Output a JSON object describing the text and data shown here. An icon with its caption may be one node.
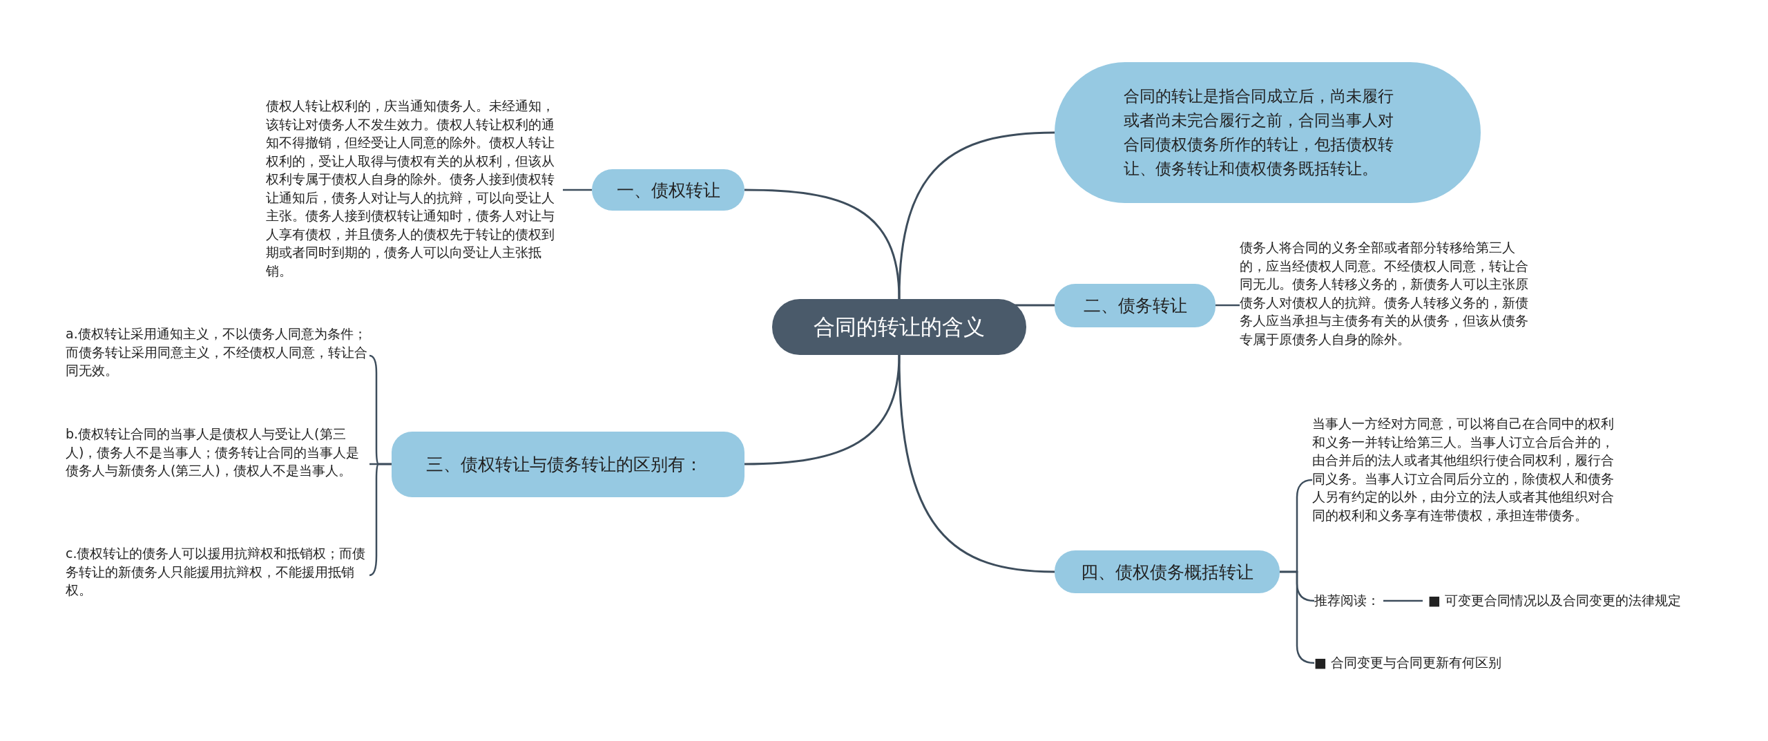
{
  "diagram": {
    "nodes": [
      {
        "text": [
          "合同的转让的含义"
        ]
      },
      {
        "text": [
          "合同的转让是指合同成立后，尚未履行或者尚未完合履行之前，合同当事人对合同债权债务所作的转让，包括债权转让、债务转让和债权债务既括转让。"
        ]
      },
      {
        "text": [
          "一、债权转让"
        ]
      },
      {
        "text": [
          "债权人转让权利的，庆当通知债务人。未经通知，该转让对债务人不发生效力。债权人转让权利的通知不得撤销，但经受让人同意的除外。债权人转让权利的，受让人取得与债权有关的从权利，但该从权利专属于债权人自身的除外。债务人接到债权转让通知后，债务人对让与人的抗辩，可以向受让人主张。债务人接到债权转让通知时，债务人对让与人享有债权，并且债务人的债权先于转让的债权到期或者同时到期的，债务人可以向受让人主张抵销。"
        ]
      },
      {
        "text": [
          "二、债务转让"
        ]
      },
      {
        "text": [
          "债务人将合同的义务全部或者部分转移给第三人的，应当经债权人同意。不经债权人同意，转让合同无儿。债务人转移义务的，新债务人可以主张原债务人对债权人的抗辩。债务人转移义务的，新债务人应当承担与主债务有关的从债务，但该从债务专属于原债务人自身的除外。"
        ]
      },
      {
        "text": [
          "三、债权转让与债务转让的区别有："
        ]
      },
      {
        "text": [
          "a.债权转让采用通知主义，不以债务人同意为条件；而债务转让采用同意主义，不经债权人同意，转让合同无效。"
        ]
      },
      {
        "text": [
          "b.债权转让合同的当事人是债权人与受让人(第三人)，债务人不是当事人；债务转让合同的当事人是债务人与新债务人(第三人)，债权人不是当事人。"
        ]
      },
      {
        "text": [
          "c.债权转让的债务人可以援用抗辩权和抵销权；而债务转让的新债务人只能援用抗辩权，不能援用抵销权。"
        ]
      },
      {
        "text": [
          "四、债权债务概括转让"
        ]
      },
      {
        "text": [
          "当事人一方经对方同意，可以将自己在合同中的权利和义务一并转让给第三人。当事人订立合后合并的，由合并后的法人或者其他组织行使合同权利，履行合同义务。当事人订立合同后分立的，除债权人和债务人另有约定的以外，由分立的法人或者其他组织对合同的权利和义务享有连带债权，承担连带债务。"
        ]
      },
      {
        "text": [
          "推荐阅读："
        ]
      },
      {
        "text": [
          "■ 可变更合同情况以及合同变更的法律规定"
        ]
      },
      {
        "text": [
          "■ 合同变更与合同更新有何区别"
        ]
      }
    ],
    "edges": [
      {
        "from": 0,
        "to": 1,
        "arrow": "none"
      },
      {
        "from": 0,
        "to": 2,
        "arrow": "none"
      },
      {
        "from": 0,
        "to": 4,
        "arrow": "none"
      },
      {
        "from": 0,
        "to": 6,
        "arrow": "none"
      },
      {
        "from": 0,
        "to": 10,
        "arrow": "none"
      },
      {
        "from": 2,
        "to": 3,
        "arrow": "none"
      },
      {
        "from": 4,
        "to": 5,
        "arrow": "none"
      },
      {
        "from": 6,
        "to": 7,
        "arrow": "none"
      },
      {
        "from": 6,
        "to": 8,
        "arrow": "none"
      },
      {
        "from": 6,
        "to": 9,
        "arrow": "none"
      },
      {
        "from": 10,
        "to": 11,
        "arrow": "none"
      },
      {
        "from": 10,
        "to": 12,
        "arrow": "none"
      },
      {
        "from": 10,
        "to": 14,
        "arrow": "none"
      },
      {
        "from": 12,
        "to": 13,
        "arrow": "none"
      }
    ]
  }
}
